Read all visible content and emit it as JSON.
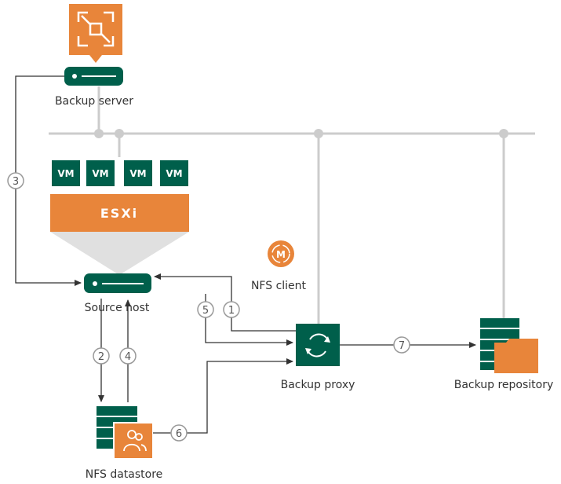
{
  "components": {
    "backup_server": {
      "label": "Backup server"
    },
    "source_host": {
      "label": "Source host"
    },
    "hypervisor": {
      "label": "ESXi"
    },
    "vms": [
      "VM",
      "VM",
      "VM",
      "VM"
    ],
    "nfs_client": {
      "label": "NFS client",
      "badge": "M"
    },
    "backup_proxy": {
      "label": "Backup proxy"
    },
    "backup_repository": {
      "label": "Backup repository"
    },
    "nfs_datastore": {
      "label": "NFS datastore"
    }
  },
  "steps": [
    "1",
    "2",
    "3",
    "4",
    "5",
    "6",
    "7"
  ],
  "colors": {
    "orange": "#e8853a",
    "green": "#005f4b",
    "gray_line": "#cccccc",
    "arrow": "#333333",
    "funnel": "#e0e0e0"
  }
}
